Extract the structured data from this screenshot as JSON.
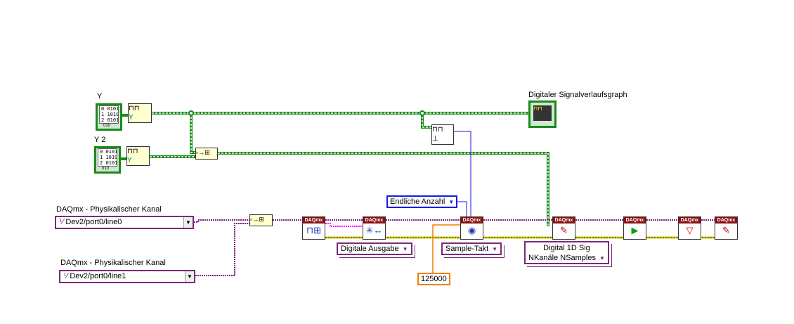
{
  "labels": {
    "y1": "Y",
    "y2": "Y 2",
    "graph": "Digitaler Signalverlaufsgraph",
    "chan1": "DAQmx - Physikalischer Kanal",
    "chan2": "DAQmx - Physikalischer Kanal"
  },
  "controls": {
    "chan1_value": "Dev2/port0/line0",
    "chan2_value": "Dev2/port0/line1",
    "array_rows": [
      "0",
      "1",
      "2"
    ],
    "array_values": [
      "0101",
      "1010",
      "0101"
    ],
    "array_tag": "010"
  },
  "constants": {
    "sample_mode": "Endliche Anzahl",
    "io_type": "Digitale Ausgabe",
    "timing_type": "Sample-Takt",
    "write_type_line1": "Digital 1D Sig",
    "write_type_line2": "NKanäle NSamples",
    "rate": "125000"
  },
  "daqmx_header": "DAQmx",
  "colors": {
    "waveform_wire": "#1a8a1a",
    "task_wire": "#7a2a7a",
    "error_wire": "#c8c800",
    "enum_wire": "#1a1ae6",
    "numeric_wire": "#f08000",
    "daqmx_header": "#8b1010"
  }
}
